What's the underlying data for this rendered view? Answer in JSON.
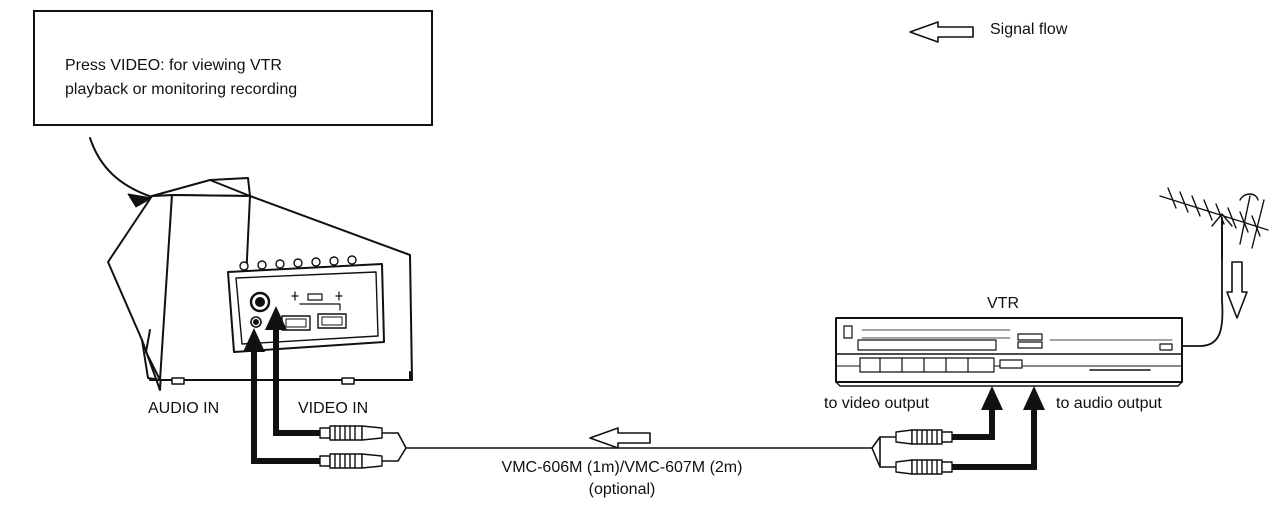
{
  "callout": {
    "line1": "Press VIDEO: for viewing VTR",
    "line2": "playback or monitoring recording"
  },
  "legend": {
    "label": "Signal flow"
  },
  "labels": {
    "vtr": "VTR",
    "audio_in": "AUDIO IN",
    "video_in": "VIDEO IN",
    "to_video_output": "to video output",
    "to_audio_output": "to audio output",
    "cable_model": "VMC-606M (1m)/VMC-607M (2m)",
    "cable_optional": "(optional)"
  }
}
